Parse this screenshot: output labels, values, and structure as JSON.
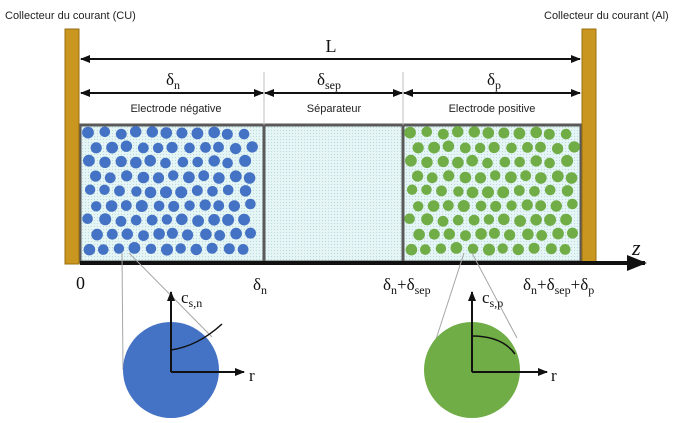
{
  "collectors": {
    "left_label": "Collecteur du courant (CU)",
    "right_label": "Collecteur du courant (Al)"
  },
  "dimensions": {
    "total": "L",
    "negative": {
      "symbol": "δ",
      "sub": "n"
    },
    "separator": {
      "symbol": "δ",
      "sub": "sep"
    },
    "positive": {
      "symbol": "δ",
      "sub": "p"
    }
  },
  "regions": {
    "negative_label": "Electrode négative",
    "separator_label": "Séparateur",
    "positive_label": "Electrode positive"
  },
  "axis": {
    "label": "z",
    "ticks": {
      "origin": "0",
      "t1_symbol": "δ",
      "t1_sub": "n",
      "t2_a": "δ",
      "t2_a_sub": "n",
      "t2_plus1": "+δ",
      "t2_b_sub": "sep",
      "t3_a": "δ",
      "t3_a_sub": "n",
      "t3_plus1": "+δ",
      "t3_b_sub": "sep",
      "t3_plus2": "+δ",
      "t3_c_sub": "p"
    }
  },
  "particles": {
    "negative": {
      "conc_symbol": "c",
      "conc_sub": "s,n",
      "radial_label": "r"
    },
    "positive": {
      "conc_symbol": "c",
      "conc_sub": "s,p",
      "radial_label": "r"
    }
  },
  "colors": {
    "collector": "#c9961f",
    "negative_particle": "#4472c4",
    "positive_particle": "#70ad47",
    "separator_fill": "#ddf1f1",
    "electrode_fill": "#e3f3f3",
    "axis": "#111111",
    "box_border": "#595959"
  }
}
